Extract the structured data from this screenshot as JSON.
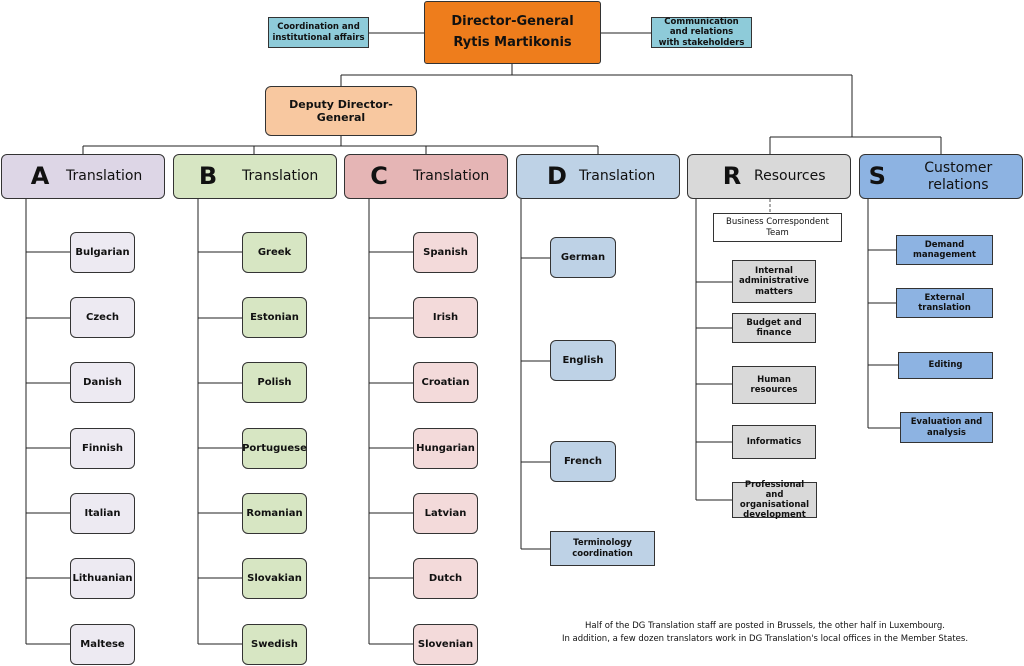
{
  "director": {
    "title": "Director-General",
    "name": "Rytis Martikonis"
  },
  "side_left": "Coordination and institutional affairs",
  "side_right": "Communication and relations with stakeholders",
  "deputy": "Deputy Director-General",
  "directorates": {
    "A": {
      "letter": "A",
      "title": "Translation",
      "units": [
        "Bulgarian",
        "Czech",
        "Danish",
        "Finnish",
        "Italian",
        "Lithuanian",
        "Maltese"
      ]
    },
    "B": {
      "letter": "B",
      "title": "Translation",
      "units": [
        "Greek",
        "Estonian",
        "Polish",
        "Portuguese",
        "Romanian",
        "Slovakian",
        "Swedish"
      ]
    },
    "C": {
      "letter": "C",
      "title": "Translation",
      "units": [
        "Spanish",
        "Irish",
        "Croatian",
        "Hungarian",
        "Latvian",
        "Dutch",
        "Slovenian"
      ]
    },
    "D": {
      "letter": "D",
      "title": "Translation",
      "units": [
        "German",
        "English",
        "French"
      ],
      "extra": "Terminology coordination"
    },
    "R": {
      "letter": "R",
      "title": "Resources",
      "team": "Business Correspondent Team",
      "units": [
        "Internal administrative matters",
        "Budget and finance",
        "Human resources",
        "Informatics",
        "Professional and organisational development"
      ]
    },
    "S": {
      "letter": "S",
      "title": "Customer relations",
      "units": [
        "Demand management",
        "External translation",
        "Editing",
        "Evaluation and analysis"
      ]
    }
  },
  "colors": {
    "director": "#ee7d1c",
    "side": "#8ecbd9",
    "deputy": "#f8c8a0",
    "A_head": "#ddd6e6",
    "A_unit": "#edeaf2",
    "B_head": "#d7e6c3",
    "B_unit": "#d7e6c3",
    "C_head": "#e5b5b5",
    "C_unit": "#f3dada",
    "D_head": "#bed2e6",
    "D_unit": "#bed2e6",
    "R_head": "#d9d9d9",
    "R_unit": "#d9d9d9",
    "S_head": "#8db3e2",
    "S_unit": "#8db3e2"
  },
  "footnote": {
    "line1": "Half of the DG Translation staff are posted in Brussels, the other half in Luxembourg.",
    "line2": "In addition, a few dozen translators work in DG Translation's local offices in the Member States."
  }
}
